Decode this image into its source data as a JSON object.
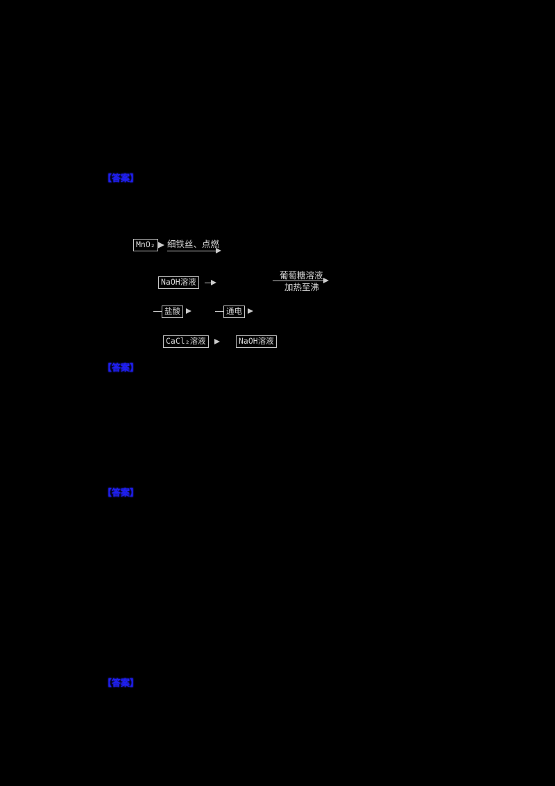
{
  "page": {
    "background": "#000000"
  },
  "answer_markers": [
    {
      "label": "【答案】"
    },
    {
      "label": "【答案】"
    },
    {
      "label": "【答案】"
    },
    {
      "label": "【答案】"
    }
  ],
  "diagram": {
    "labels": {
      "mno2": "MnO₂",
      "iron_wire_ignite": "细铁丝、点燃",
      "naoh_solution_1": "NaOH溶液",
      "glucose_solution": "葡萄糖溶液",
      "heat_to_boil": "加热至沸",
      "hydrochloric_acid": "盐酸",
      "electrify": "通电",
      "cacl2_solution": "CaCl₂溶液",
      "naoh_solution_2": "NaOH溶液"
    }
  },
  "colors": {
    "answer_blue": "#1e1ef2",
    "diagram_ink": "#d8d8d8"
  }
}
